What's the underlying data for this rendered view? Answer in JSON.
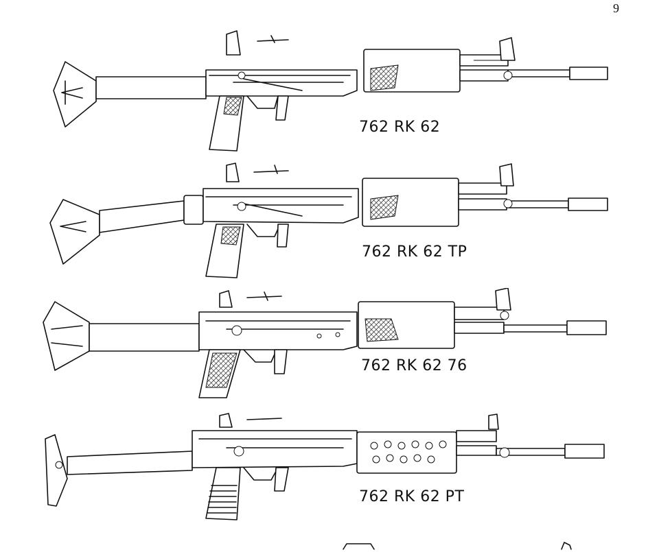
{
  "page": {
    "number": "9"
  },
  "rifles": [
    {
      "caption": "762 RK 62"
    },
    {
      "caption": "762 RK 62 TP"
    },
    {
      "caption": "762 RK 62 76"
    },
    {
      "caption": "762 RK 62 PT"
    }
  ]
}
